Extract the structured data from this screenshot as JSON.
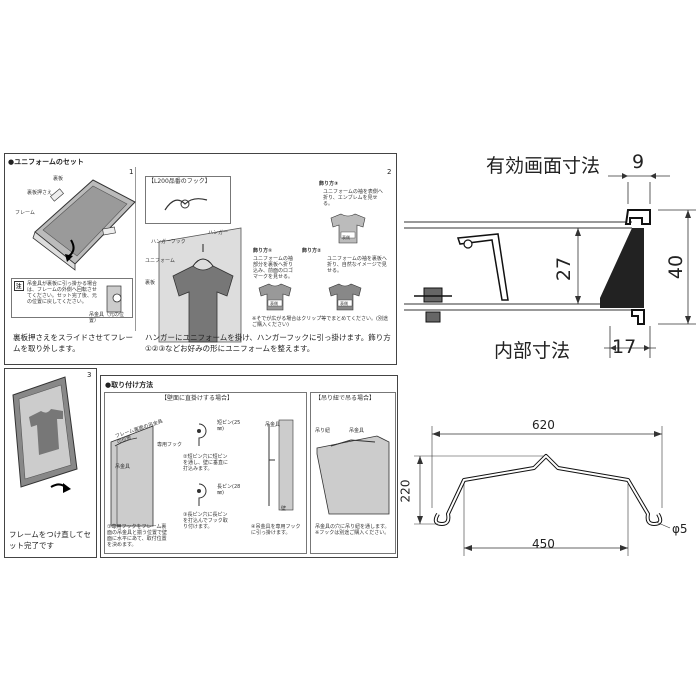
{
  "set_panel": {
    "title": "●ユニフォームのセット",
    "step1": {
      "num": "1",
      "labels": [
        "裏板",
        "裏板押さえ",
        "フレーム"
      ],
      "note": "吊金具が裏板に引っ掛かる場合は、フレームの外側へ回転させてください。セット完了後、元の位置に戻してください。",
      "note_mark": "注",
      "hook_label": "吊金具（元の位置）",
      "caption": "裏板押さえをスライドさせてフレームを取り外します。"
    },
    "step2": {
      "num": "2",
      "hook_box_title": "【L200品番のフック】",
      "labels": [
        "ハンガーフック",
        "ハンガー",
        "ユニフォーム",
        "裏板"
      ],
      "decor1_title": "飾り方①",
      "decor1_text": "ユニフォームの袖部分を裏板へ折り込み、前面のロゴマークを見せる。",
      "decor2_title": "飾り方②",
      "decor2_text": "ユニフォームの袖を裏板へ折り、自然なイメージで見せる。",
      "decor3_title": "飾り方③",
      "decor3_text": "ユニフォームの袖を表側へ折り、エンブレムを見せる。",
      "front_label": "表側",
      "clip_note": "※そでが広がる場合はクリップ等でまとめてください。(別途ご購入ください)",
      "caption": "ハンガーにユニフォームを掛け、ハンガーフックに引っ掛けます。飾り方①②③などお好みの形にユニフォームを整えます。"
    },
    "step3": {
      "num": "3",
      "caption": "フレームをつけ直してセット完了です"
    }
  },
  "mount_panel": {
    "title": "●取り付け方法",
    "wall_title": "【壁面に直掛けする場合】",
    "wire_title": "【吊り紐で吊る場合】",
    "labels": {
      "frame_back": "フレーム裏面の吊金具の位置",
      "hook_metal": "吊金具",
      "dedicated_hook": "専用フック",
      "short_pin": "短ピン(25㎜)",
      "long_pin": "長ピン(28㎜)",
      "wall": "壁",
      "hang_string": "吊り紐"
    },
    "captions": [
      "①専用フックをフレーム裏面の吊金具と揃う位置で壁面に水平にあて、取付位置を決めます。",
      "②短ピン穴に短ピンを通し、壁に垂直に打込みます。",
      "③長ピン穴に長ピンを打込んでフック取り付けます。",
      "④吊金具を専用フックに引っ掛けます。",
      "吊金具の穴に吊り紐を通します。※フックは別途ご購入ください。"
    ]
  },
  "section_dims": {
    "effective_label": "有効画面寸法",
    "effective_value": "9",
    "inner_label": "内部寸法",
    "inner_value": "17",
    "depth_value": "27",
    "height_value": "40"
  },
  "hook_dims": {
    "top_width": "620",
    "height": "220",
    "bottom_width": "450",
    "wire_dia": "φ5"
  }
}
